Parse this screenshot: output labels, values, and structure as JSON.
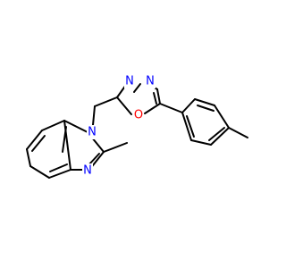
{
  "atoms": {
    "n_benzimidazole_1": {
      "symbol": "N",
      "color": "#0000ff"
    },
    "n_benzimidazole_3": {
      "symbol": "N",
      "color": "#0000ff"
    },
    "n_oxadiazole_3": {
      "symbol": "N",
      "color": "#0000ff"
    },
    "n_oxadiazole_4": {
      "symbol": "N",
      "color": "#0000ff"
    },
    "o_oxadiazole": {
      "symbol": "O",
      "color": "#ff0000"
    }
  }
}
